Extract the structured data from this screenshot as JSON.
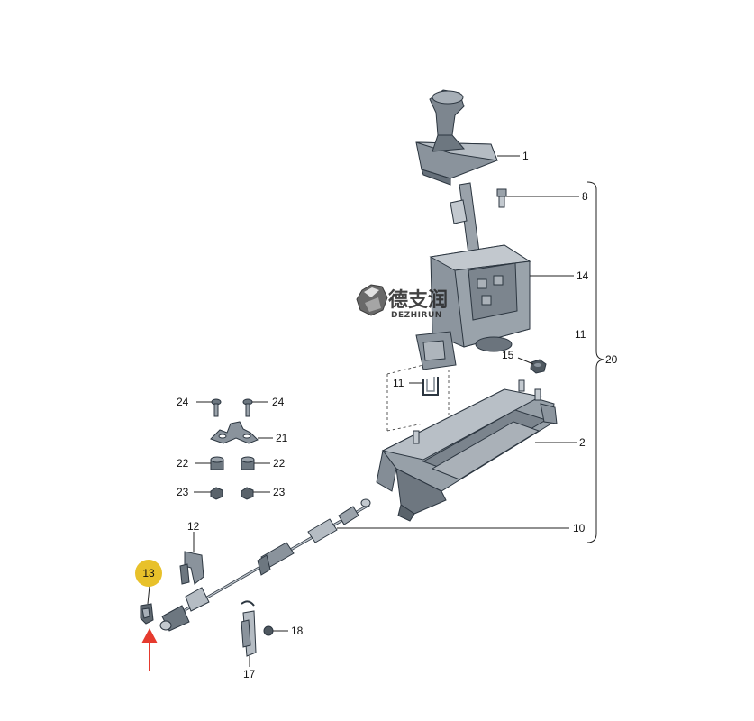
{
  "callouts": {
    "c1": "1",
    "c2": "2",
    "c8": "8",
    "c10": "10",
    "c11a": "11",
    "c11b": "11",
    "c12": "12",
    "c13": "13",
    "c14": "14",
    "c15": "15",
    "c17": "17",
    "c18": "18",
    "c20": "20",
    "c21": "21",
    "c22a": "22",
    "c22b": "22",
    "c23a": "23",
    "c23b": "23",
    "c24a": "24",
    "c24b": "24"
  },
  "watermark": {
    "cn": "德支润",
    "en": "DEZHIRUN"
  },
  "highlight": {
    "part": "13",
    "badge_color": "#e8c12a",
    "arrow_color": "#e63a2e"
  }
}
